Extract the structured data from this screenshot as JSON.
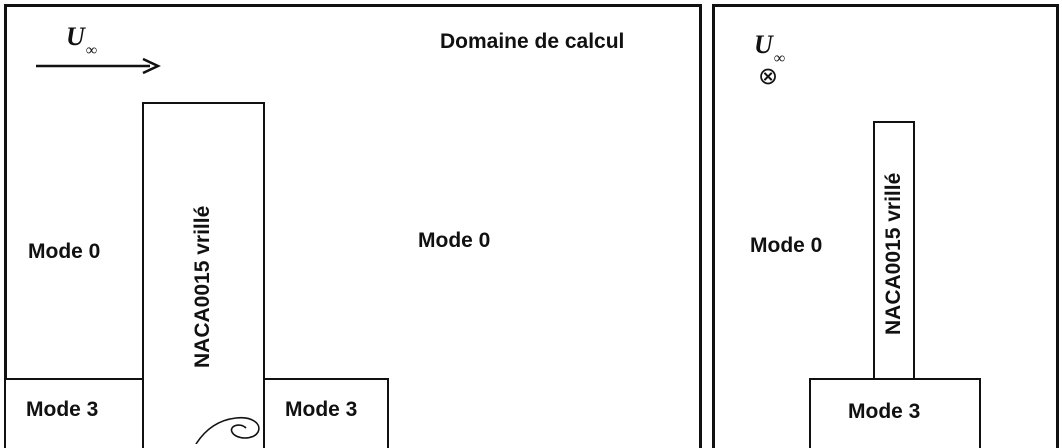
{
  "left_panel": {
    "freestream_symbol": "U",
    "freestream_subscript": "∞",
    "domain_label": "Domaine de calcul",
    "mode_left": "Mode 0",
    "mode_right": "Mode 0",
    "mode_bottom_left": "Mode 3",
    "mode_bottom_right": "Mode 3",
    "wing_label": "NACA0015 vrillé"
  },
  "right_panel": {
    "freestream_symbol": "U",
    "freestream_subscript": "∞",
    "into_page_symbol": "⊗",
    "mode_left": "Mode 0",
    "mode_bottom": "Mode 3",
    "wing_label": "NACA0015 vrillé"
  }
}
